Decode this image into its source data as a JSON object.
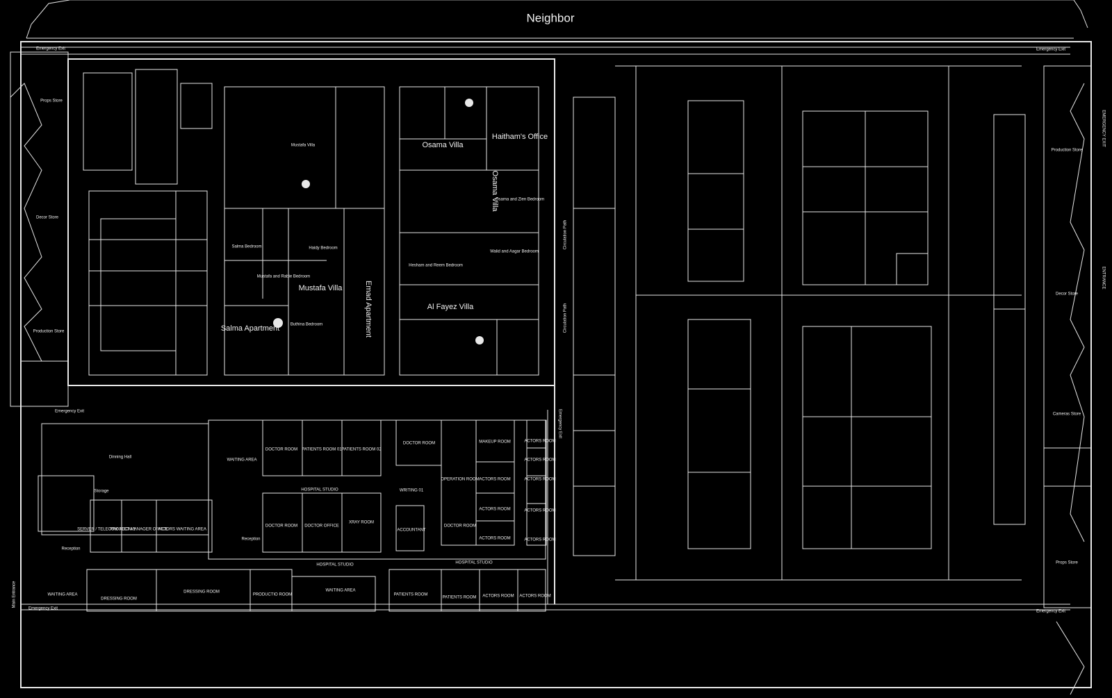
{
  "title": "Neighbor",
  "labels": {
    "props_store_left": "Props Store",
    "decor_store_left": "Decor Store",
    "production_store_left": "Production Store",
    "production_store_right": "Production Store",
    "decor_store_right": "Decor Store",
    "camera_store": "Cameras Store",
    "props_store_right": "Props Store",
    "mustafa_villa_upper": "Mustafa Villa",
    "mustafa_villa_main": "Mustafa Villa",
    "salma_bedroom": "Salma Bedroom",
    "haidy_bedroom": "Haidy Bedroom",
    "mustafa_rabie_bedroom": "Mustafa and Rabie Bedroom",
    "salma_apartment": "Salma Apartment",
    "buthina_bedroom": "Buthina Bedroom",
    "emad_apartment": "Emad Apartment",
    "osama_villa": "Osama Villa",
    "osama_villa_vertical": "Osama Villa",
    "haithams_office": "Haitham's Office",
    "osama_zien_bedroom": "Osama and Zien Bedroom",
    "hesham_reem_bedroom": "Hesham and Reem Bedroom",
    "walid_aagar_bedroom": "Walid and Aagar Bedroom",
    "al_fayez_villa": "Al Fayez Villa",
    "circulation_path_1": "Circulation Path",
    "circulation_path_2": "Circulation Path",
    "dinning_hall": "Dinning Hall",
    "storage": "Storage",
    "server_room": "SERVER / TELECOM ROOM 1",
    "project_manager_office": "PROJECT MANAGER OFFICE",
    "actors_waiting_area_1": "ACTORS WAITING AREA",
    "waiting_area_1": "WAITING AREA",
    "doctor_room_1": "DOCTOR ROOM",
    "patients_room_01": "PATIENTS ROOM 01",
    "patients_room_02": "PATIENTS ROOM 02",
    "doctor_room_2": "DOCTOR ROOM",
    "makeup_room": "MAKEUP ROOM",
    "actors_room_a": "ACTORS ROOM",
    "actors_room_b": "ACTORS ROOM",
    "actors_room_c": "ACTORS ROOM",
    "actors_room_d": "ACTORS ROOM",
    "actors_room_e": "ACTORS ROOM",
    "actors_room_f": "ACTORS ROOM",
    "actors_room_g": "ACTORS ROOM",
    "actors_room_h": "ACTORS ROOM",
    "operation_room": "OPERATION ROOM",
    "hospital_studio_1": "HOSPITAL STUDIO",
    "hospital_studio_2": "HOSPITAL STUDIO",
    "hospital_studio_3": "HOSPITAL STUDIO",
    "writing_01": "WRITING 01",
    "doctor_room_3": "DOCTOR ROOM",
    "doctor_office": "DOCTOR OFFICE",
    "xray_room": "XRAY ROOM",
    "accountant": "ACCOUNTANT",
    "doctor_room_4": "DOCTOR ROOM",
    "reception_1": "Reception",
    "reception_2": "Reception",
    "main_entrance": "Main Entrance",
    "waiting_area_main": "WAITING AREA",
    "dressing_room_1": "DRESSING ROOM",
    "dressing_room_2": "DRESSING ROOM",
    "production_room": "PRODUCTIO ROOM",
    "waiting_area_2": "WAITING AREA",
    "patients_room_3": "PATIENTS ROOM",
    "patients_room_4": "PATIENTS ROOM",
    "actors_room_bottom_1": "ACTORS ROOM",
    "actors_room_bottom_2": "ACTORS ROOM",
    "emergency_exit_1": "Emergency Exit",
    "emergency_exit_2": "Emergency Exit",
    "emergency_exit_3": "Emergency Exit",
    "emergency_exit_4": "Emergency Exit",
    "emergency_exit_5": "Emergency Exit",
    "emergency_exit_6": "Emergency Exit",
    "emergency_exit_side": "EMERGENCY EXIT",
    "entrance_side": "ENTRANCE"
  }
}
